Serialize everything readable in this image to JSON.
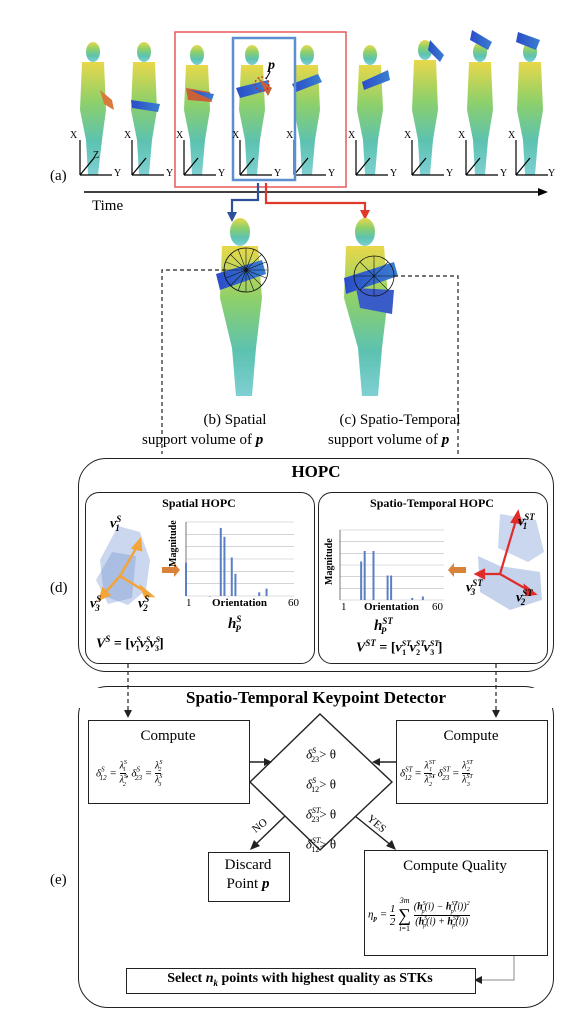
{
  "panel_a": {
    "label": "(a)",
    "time_label": "Time",
    "axis_x": "X",
    "axis_y": "Y",
    "axis_z": "Z",
    "point_label": "p"
  },
  "panel_b": {
    "label": "(b) Spatial",
    "line2": "support volume of",
    "symbol": "p"
  },
  "panel_c": {
    "label": "(c) Spatio-Temporal",
    "line2": "support volume of",
    "symbol": "p"
  },
  "panel_d": {
    "label": "(d)",
    "title": "HOPC",
    "spatial": {
      "title": "Spatial HOPC",
      "ylabel": "Magnitude",
      "xlabel": "Orientation",
      "tick_start": "1",
      "tick_end": "60",
      "hist_label": "h",
      "hist_sup": "S",
      "hist_sub": "P",
      "v1": "v",
      "v1_sup": "S",
      "v1_sub": "1",
      "v2": "v",
      "v2_sup": "S",
      "v2_sub": "2",
      "v3": "v",
      "v3_sup": "S",
      "v3_sub": "3",
      "matrix": "V^S = [v1^S v2^S v3^S]"
    },
    "temporal": {
      "title": "Spatio-Temporal HOPC",
      "ylabel": "Magnitude",
      "xlabel": "Orientation",
      "tick_start": "1",
      "tick_end": "60",
      "hist_label": "h",
      "hist_sup": "ST",
      "hist_sub": "P",
      "v1": "v",
      "v1_sup": "ST",
      "v1_sub": "1",
      "v2": "v",
      "v2_sup": "ST",
      "v2_sub": "2",
      "v3": "v",
      "v3_sup": "ST",
      "v3_sub": "3",
      "matrix": "V^ST = [v1^ST v2^ST v3^ST]"
    }
  },
  "panel_e": {
    "label": "(e)",
    "title": "Spatio-Temporal Keypoint Detector",
    "compute_left": "Compute",
    "compute_right": "Compute",
    "no_label": "NO",
    "yes_label": "YES",
    "discard_line1": "Discard",
    "discard_line2": "Point",
    "discard_symbol": "p",
    "quality_title": "Compute Quality",
    "select_text_pre": "Select",
    "select_text_post": "points with highest quality as STKs",
    "select_symbol": "n",
    "select_sub": "k",
    "theta": "θ"
  },
  "colors": {
    "blue_frame": "#5b8fd0",
    "red_frame": "#e8585a",
    "arrow_blue": "#2e4f9a",
    "arrow_red": "#e0382a",
    "orange_vec": "#f3a53a",
    "red_vec": "#e02b2b",
    "bar_blue": "#5a7fc4"
  },
  "chart_data": [
    {
      "type": "bar",
      "title": "Spatial HOPC",
      "xlabel": "Orientation",
      "ylabel": "Magnitude",
      "xlim": [
        1,
        60
      ],
      "x": [
        1,
        14,
        20,
        22,
        26,
        28,
        41,
        45
      ],
      "values": [
        0.45,
        0.0,
        0.92,
        0.8,
        0.52,
        0.3,
        0.05,
        0.1
      ]
    },
    {
      "type": "bar",
      "title": "Spatio-Temporal HOPC",
      "xlabel": "Orientation",
      "ylabel": "Magnitude",
      "xlim": [
        1,
        60
      ],
      "x": [
        13,
        15,
        20,
        28,
        30,
        42,
        48
      ],
      "values": [
        0.55,
        0.7,
        0.7,
        0.35,
        0.35,
        0.03,
        0.05
      ]
    }
  ]
}
